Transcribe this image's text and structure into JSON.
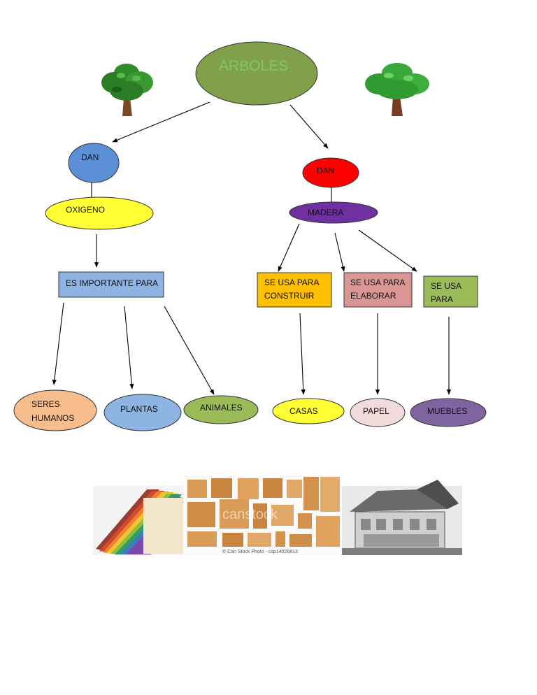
{
  "title": "ARBOLES",
  "nodes": {
    "dan_left": "DAN",
    "oxigeno": "OXIGENO",
    "es_importante": "ES IMPORTANTE PARA",
    "seres_humanos": [
      "SERES",
      "HUMANOS"
    ],
    "plantas": "PLANTAS",
    "animales": "ANIMALES",
    "dan_right": "DAN",
    "madera": "MADERA",
    "construir": [
      "SE USA PARA",
      "CONSTRUIR"
    ],
    "elaborar": [
      "SE USA PARA",
      "ELABORAR"
    ],
    "para": [
      "SE USA",
      "PARA"
    ],
    "casas": "CASAS",
    "papel": "PAPEL",
    "muebles": "MUEBLES"
  },
  "photo_strip": {
    "watermark": "canstock",
    "caption": "© Can Stock Photo - csp14026813"
  },
  "colors": {
    "title_oval": "#80a04a",
    "dan_left": "#5b8fd6",
    "oxigeno": "#ffff33",
    "es_importante": "#8eb4e3",
    "seres_humanos": "#f8bd8c",
    "plantas": "#8eb4e3",
    "animales": "#9bbb59",
    "dan_right": "#ff0000",
    "madera": "#7030a0",
    "construir": "#ffc000",
    "elaborar": "#d99694",
    "para": "#9bbb59",
    "casas": "#ffff33",
    "papel": "#f2dcdb",
    "muebles": "#8064a2"
  },
  "icons": [
    "tree-icon",
    "tree-icon",
    "paper-stack-icon",
    "furniture-icon",
    "house-icon"
  ]
}
